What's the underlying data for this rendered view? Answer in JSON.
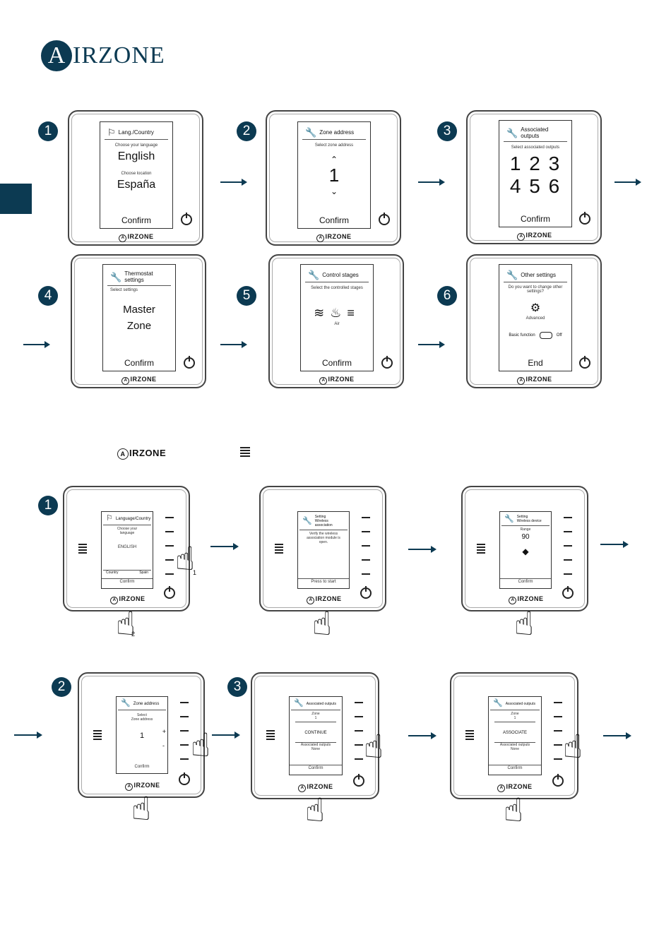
{
  "brand": {
    "logo_initial": "A",
    "logo_rest": "IRZONE",
    "small_logo": "IRZONE"
  },
  "steps": {
    "n1": "1",
    "n2": "2",
    "n3": "3",
    "n4": "4",
    "n5": "5",
    "n6": "6"
  },
  "top": {
    "s1": {
      "title": "Lang./Country",
      "lang_hint": "Choose your language",
      "lang": "English",
      "loc_hint": "Choose location",
      "loc": "España",
      "confirm": "Confirm"
    },
    "s2": {
      "title": "Zone address",
      "hint": "Select zone address",
      "value": "1",
      "confirm": "Confirm"
    },
    "s3": {
      "title": "Associated outputs",
      "hint": "Select associated outputs",
      "row1": "1 2 3",
      "row2": "4 5 6",
      "confirm": "Confirm"
    },
    "s4": {
      "title": "Thermostat settings",
      "hint": "Select settings",
      "opt1": "Master",
      "opt2": "Zone",
      "confirm": "Confirm"
    },
    "s5": {
      "title": "Control stages",
      "hint": "Select the controlled stages",
      "label": "Air",
      "confirm": "Confirm"
    },
    "s6": {
      "title": "Other settings",
      "hint": "Do you want to change other settings?",
      "advanced": "Advanced",
      "basic": "Basic function",
      "off": "Off",
      "end": "End"
    }
  },
  "bottom": {
    "b1": {
      "title": "Language/Country",
      "hint": "Choose your language",
      "lang": "ENGLISH",
      "country": "Country",
      "country_val": "Spain",
      "confirm": "Confirm"
    },
    "b2": {
      "title1": "Setting",
      "title2": "Wireless association",
      "msg": "Verify the wireless association module is open.",
      "press": "Press to start"
    },
    "b3": {
      "title1": "Setting",
      "title2": "Wireless device",
      "range": "Range",
      "value": "90",
      "confirm": "Confirm"
    },
    "b4": {
      "title": "Zone address",
      "hint1": "Select",
      "hint2": "Zone address",
      "value": "1",
      "plus": "+",
      "minus": "-",
      "confirm": "Confirm"
    },
    "b5": {
      "title": "Associated outputs",
      "zone": "Zone",
      "zone_val": "1",
      "action": "CONTINUE",
      "assoc": "Associated outputs",
      "none": "None",
      "confirm": "Confirm"
    },
    "b6": {
      "title": "Associated outputs",
      "zone": "Zone",
      "zone_val": "1",
      "action": "ASSOCIATE",
      "assoc": "Associated outputs",
      "none": "None",
      "confirm": "Confirm"
    }
  },
  "hand_labels": {
    "one": "1",
    "two": "2"
  }
}
